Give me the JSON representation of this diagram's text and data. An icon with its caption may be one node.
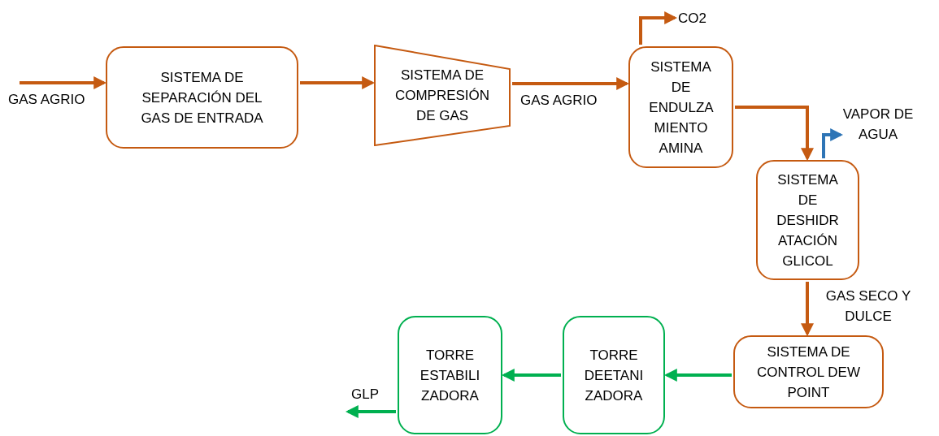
{
  "diagram": {
    "nodes": [
      {
        "text": [
          "SISTEMA DE SEPARACIÓN DEL GAS DE ENTRADA"
        ]
      },
      {
        "text": [
          "SISTEMA DE COMPRESIÓN DE GAS"
        ]
      },
      {
        "text": [
          "SISTEMA DE ENDULZA MIENTO AMINA"
        ]
      },
      {
        "text": [
          "SISTEMA DE DESHIDR ATACIÓN GLICOL"
        ]
      },
      {
        "text": [
          "SISTEMA DE CONTROL DEW POINT"
        ]
      },
      {
        "text": [
          "TORRE DEETANI ZADORA"
        ]
      },
      {
        "text": [
          "TORRE ESTABILI ZADORA"
        ]
      }
    ],
    "edges": [
      {
        "from": null,
        "to": 0,
        "arrow": "to",
        "label": "GAS AGRIO"
      },
      {
        "from": 0,
        "to": 1,
        "arrow": "to"
      },
      {
        "from": 1,
        "to": 2,
        "arrow": "to",
        "label": "GAS AGRIO"
      },
      {
        "from": 2,
        "to": null,
        "arrow": "to",
        "label": "CO2"
      },
      {
        "from": 2,
        "to": 3,
        "arrow": "to"
      },
      {
        "from": 3,
        "to": null,
        "arrow": "to",
        "label": "VAPOR DE AGUA",
        "color": "#2e75b6"
      },
      {
        "from": 3,
        "to": 4,
        "arrow": "to",
        "label": "GAS SECO Y DULCE"
      },
      {
        "from": 4,
        "to": 5,
        "arrow": "to",
        "color": "#00b050"
      },
      {
        "from": 5,
        "to": 6,
        "arrow": "to",
        "color": "#00b050"
      },
      {
        "from": 6,
        "to": null,
        "arrow": "to",
        "label": "GLP",
        "color": "#00b050"
      }
    ]
  }
}
